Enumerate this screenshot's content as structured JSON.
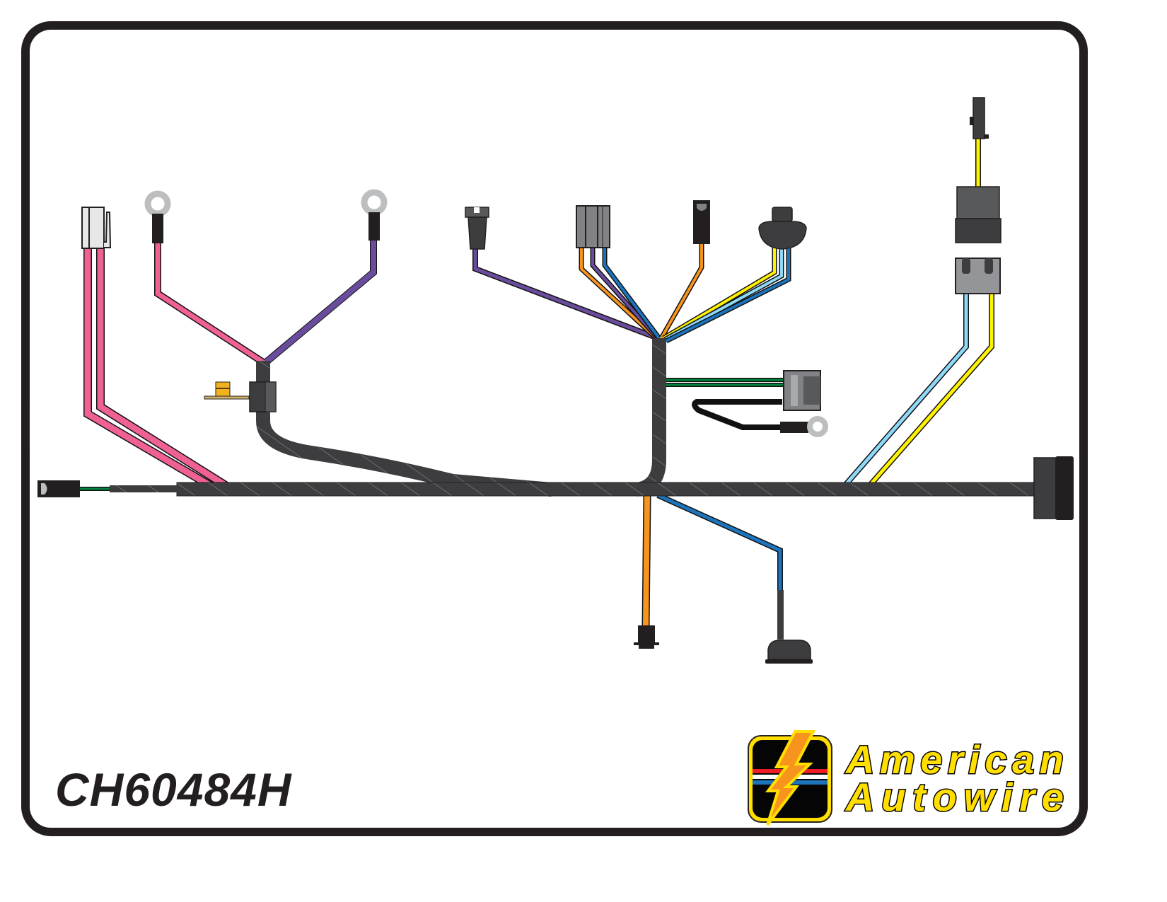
{
  "part_number": "CH60484H",
  "logo": {
    "line1": "American",
    "line2": "Autowire"
  },
  "colors": {
    "frame": "#231f20",
    "loom": "#3d3d3f",
    "pink": "#ef6194",
    "purple": "#6a4c9c",
    "orange": "#f7941d",
    "blue": "#1c75bc",
    "light_blue": "#8ed8f8",
    "yellow": "#fff200",
    "green": "#00843d",
    "black": "#111111",
    "logo_yellow": "#ffde00"
  }
}
